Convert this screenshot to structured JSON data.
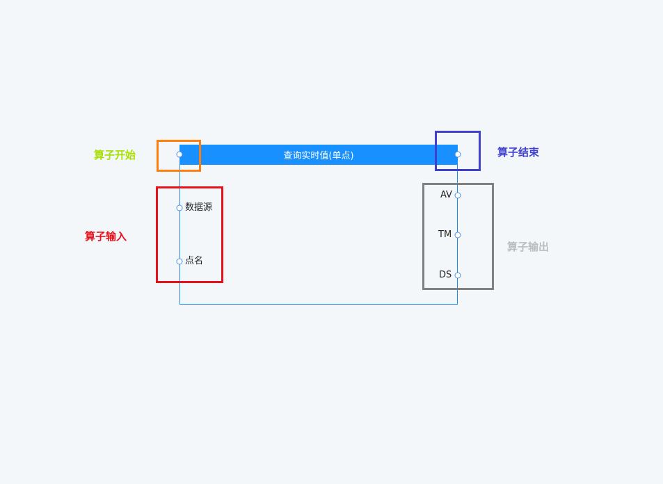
{
  "node": {
    "title": "查询实时值(单点)",
    "inputs": [
      "数据源",
      "点名"
    ],
    "outputs": [
      "AV",
      "TM",
      "DS"
    ]
  },
  "annotations": {
    "start": "算子开始",
    "end": "算子结束",
    "input": "算子输入",
    "output": "算子输出"
  },
  "colors": {
    "start": "#ff7f0e",
    "end": "#3f3fd0",
    "input": "#e8101b",
    "output": "#808080",
    "start_text": "#a8e000",
    "end_text": "#3f3fd0",
    "input_text": "#e8101b",
    "output_text": "#bdbdbd",
    "header": "#1890ff"
  }
}
